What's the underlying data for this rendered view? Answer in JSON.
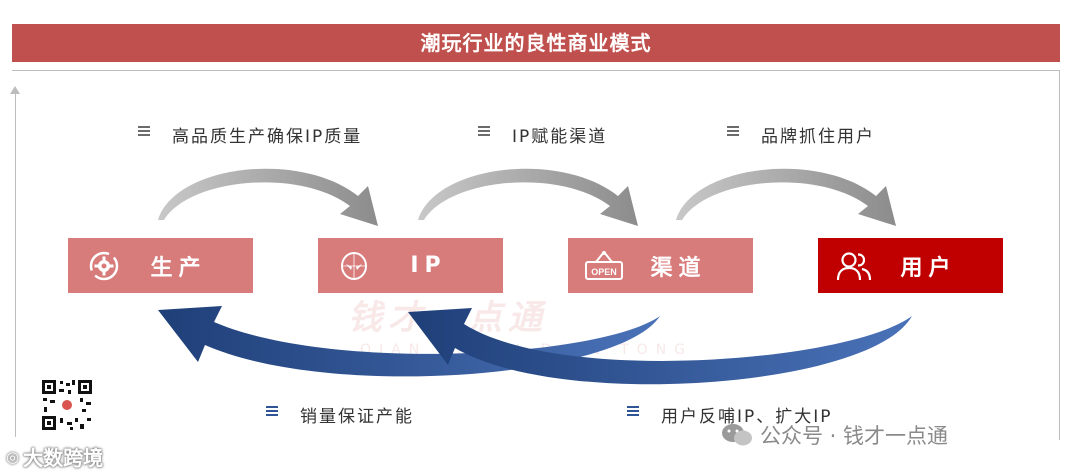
{
  "title": "潮玩行业的良性商业模式",
  "top_labels": [
    "高品质生产确保IP质量",
    "IP赋能渠道",
    "品牌抓住用户"
  ],
  "nodes": [
    {
      "label": "生产",
      "icon": "gear-cycle-icon"
    },
    {
      "label": "IP",
      "icon": "spiderman-mask-icon"
    },
    {
      "label": "渠道",
      "icon": "open-sign-icon"
    },
    {
      "label": "用户",
      "icon": "users-icon"
    }
  ],
  "bottom_labels": [
    "销量保证产能",
    "用户反哺IP、扩大IP"
  ],
  "watermarks": {
    "center": "钱才一点通",
    "center_sub": "QIAN CAI YI DIAN TONG",
    "bottom_left": "大数跨境",
    "bottom_right": "公众号 · 钱才一点通"
  },
  "colors": {
    "title_bg": "#c0504d",
    "node_light": "#d87b7b",
    "node_dark": "#c00000",
    "arrow_gray": "#a6a6a6",
    "arrow_blue": "#2f5597"
  }
}
